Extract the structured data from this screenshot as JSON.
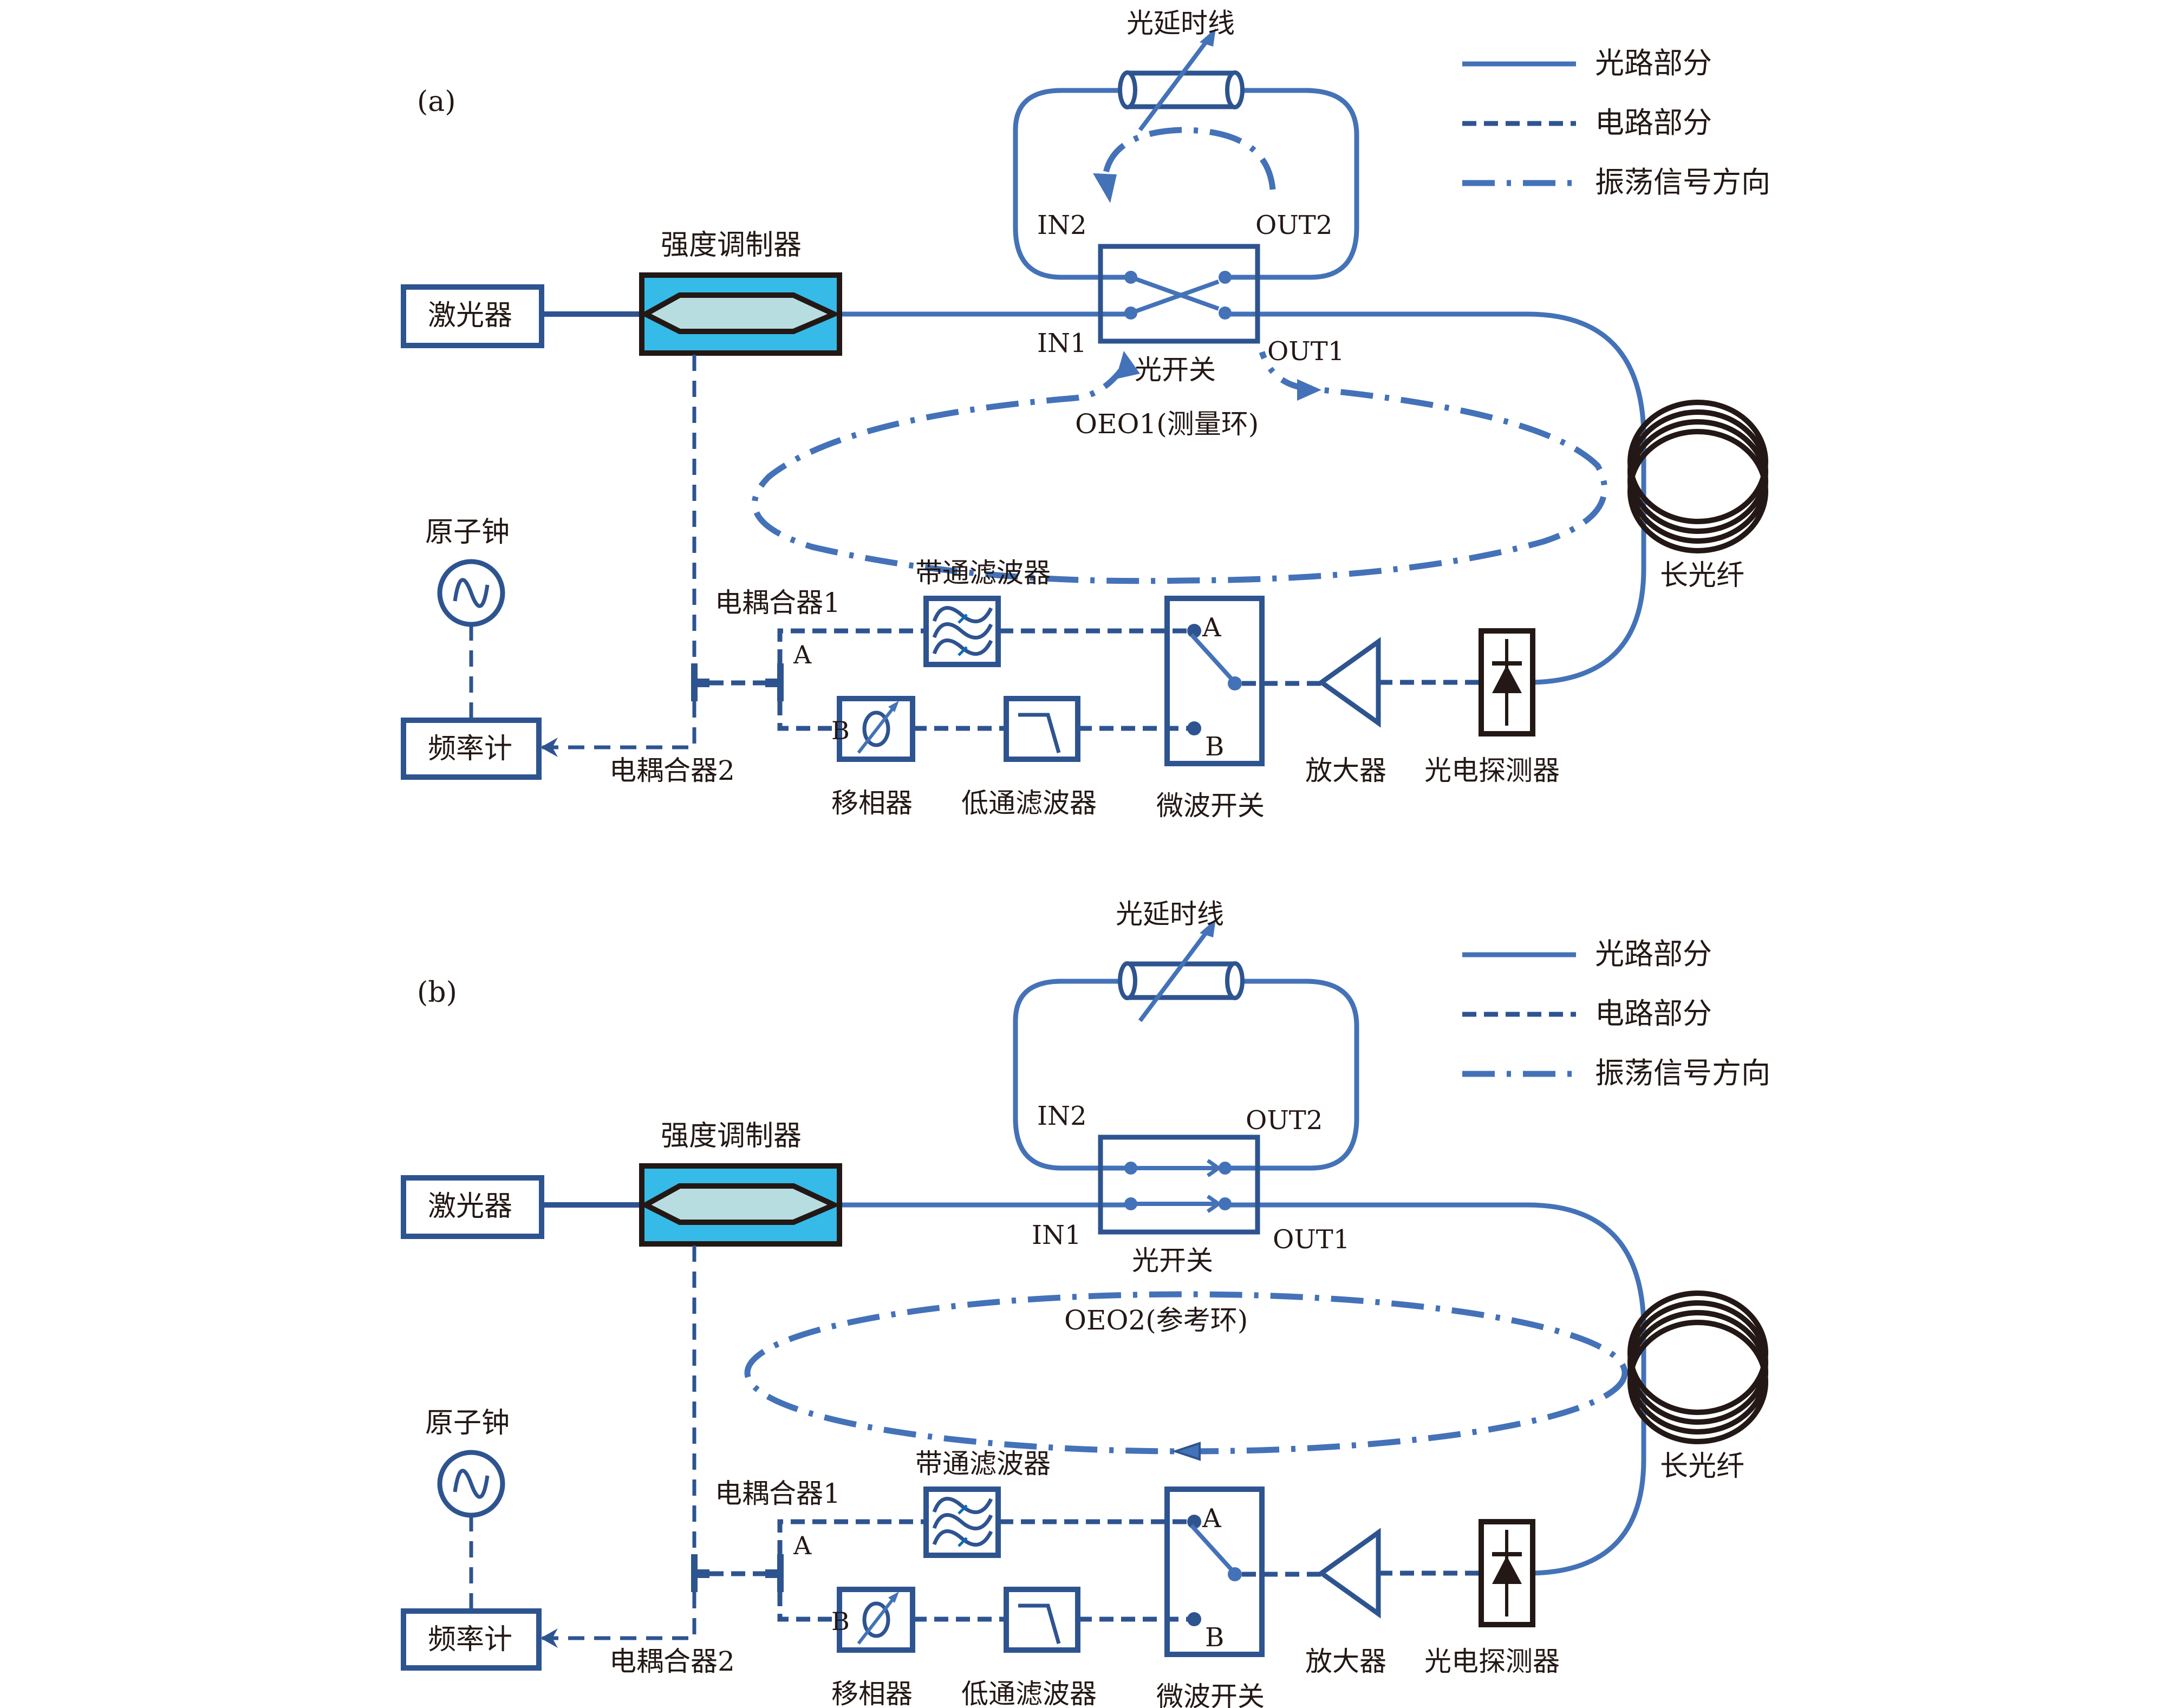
{
  "panels": [
    {
      "id": "a",
      "label": "(a)",
      "switch_state": "cross",
      "loop_label": "OEO1(测量环)",
      "components": {
        "laser": "激光器",
        "modulator": "强度调制器",
        "delay_line": "光延时线",
        "optical_switch": "光开关",
        "in1": "IN1",
        "in2": "IN2",
        "out1": "OUT1",
        "out2": "OUT2",
        "long_fiber": "长光纤",
        "photodetector": "光电探测器",
        "amplifier": "放大器",
        "microwave_switch": "微波开关",
        "port_a": "A",
        "port_b": "B",
        "bandpass_filter": "带通滤波器",
        "lowpass_filter": "低通滤波器",
        "phase_shifter": "移相器",
        "coupler1": "电耦合器1",
        "coupler2": "电耦合器2",
        "atomic_clock": "原子钟",
        "frequency_counter": "频率计"
      }
    },
    {
      "id": "b",
      "label": "(b)",
      "switch_state": "bar",
      "loop_label": "OEO2(参考环)",
      "components": {
        "laser": "激光器",
        "modulator": "强度调制器",
        "delay_line": "光延时线",
        "optical_switch": "光开关",
        "in1": "IN1",
        "in2": "IN2",
        "out1": "OUT1",
        "out2": "OUT2",
        "long_fiber": "长光纤",
        "photodetector": "光电探测器",
        "amplifier": "放大器",
        "microwave_switch": "微波开关",
        "port_a": "A",
        "port_b": "B",
        "bandpass_filter": "带通滤波器",
        "lowpass_filter": "低通滤波器",
        "phase_shifter": "移相器",
        "coupler1": "电耦合器1",
        "coupler2": "电耦合器2",
        "atomic_clock": "原子钟",
        "frequency_counter": "频率计"
      }
    }
  ],
  "legend": [
    {
      "style": "solid",
      "label": "光路部分"
    },
    {
      "style": "dashed",
      "label": "电路部分"
    },
    {
      "style": "dash-dot",
      "label": "振荡信号方向"
    }
  ],
  "colors": {
    "optical": "#4472b8",
    "electrical": "#2e5490",
    "modulator_fill": "#36bbe8",
    "modulator_core": "#b8dde0",
    "text": "#231815"
  }
}
